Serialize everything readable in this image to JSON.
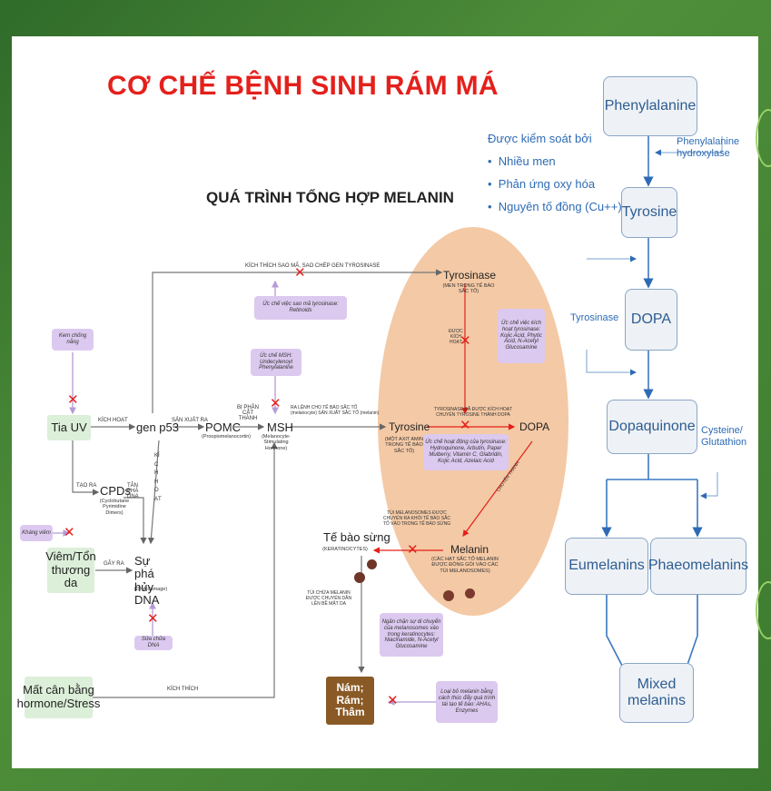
{
  "title": "CƠ CHẾ BỆNH SINH RÁM MÁ",
  "subtitle": "QUÁ TRÌNH TỔNG HỢP MELANIN",
  "left_diagram": {
    "tia_uv": "Tia UV",
    "kem_chong_nang": "Kem chống nắng",
    "gen_p53": "gen p53",
    "pomc": "POMC",
    "pomc_sub": "(Proopiomelanocortin)",
    "msh": "MSH",
    "msh_sub": "(Melanocyte-Stimulating Hormone)",
    "cpds": "CPDs",
    "cpds_sub": "(Cyclobutane Pyrimidine Dimers)",
    "khang_viem": "Kháng viêm",
    "viem_ton_thuong": "Viêm/Tổn thương da",
    "su_pha_huy_dna": "Sự phá hủy DNA",
    "dna_damage": "(DNA damage)",
    "sua_chua_dna": "Sửa chữa DNA",
    "mat_can_bang": "Mất cân bằng hormone/Stress",
    "tyrosinase": "Tyrosinase",
    "tyrosinase_sub": "(MEN TRONG TẾ BÀO SẮC TỐ)",
    "tyrosine": "Tyrosine",
    "tyrosine_sub": "(MỘT AXIT AMIN TRONG TẾ BÀO SẮC TỐ)",
    "dopa": "DOPA",
    "melanin": "Melanin",
    "melanin_sub": "(CÁC HẠT SẮC TỐ MELANIN ĐƯỢC ĐÓNG GÓI VÀO CÁC TÚI MELANOSOMES)",
    "te_bao_sung": "Tế bào sừng",
    "te_bao_sung_sub": "(KERATINOCYTES)",
    "nam_ram_tham": "Nám; Rám; Thâm",
    "uc_che_msh": "Ức chế MSH: Undecylenoyl Phenylalanine",
    "uc_che_sao_ma": "Ức chế việc sao mã tyrosinase: Retinoids",
    "uc_che_kich_hoat": "Ức chế việc kích hoạt tyrosinase: Kojic Acid, Phytic Acid, N-Acetyl Glucosamine",
    "uc_che_hoat_dong": "Ức chế hoạt động của tyrosinase: Hydroquinone, Arbutin, Paper Mulberry, Vitamin C, Glabridin, Kojic Acid, Azelaic Acid",
    "ngan_chan": "Ngăn chặn sự di chuyển của melanosomes vào trong keratinocytes: Niacinamide, N-Acetyl Glucosamine",
    "loai_bo": "Loại bỏ melanin bằng cách thúc đẩy quá trình tái tạo tế bào: AHAs, Enzymes",
    "lbl_kich_hoat": "KÍCH HOẠT",
    "lbl_san_xuat_ra": "SẢN XUẤT RA",
    "lbl_bi_phan_cat": "BỊ PHÂN CẮT THÀNH",
    "lbl_ra_lenh": "RA LỆNH CHO TẾ BÀO SẮC TỐ (melanocyte) SẢN XUẤT SẮC TỐ (melanin)",
    "lbl_kich_thich_sao_ma": "KÍCH THÍCH SAO MÃ, SAO CHÉP GEN TYROSINASE",
    "lbl_tao_ra": "TẠO RA",
    "lbl_tan_pha": "TÂN PHÁ DNA",
    "lbl_gay_ra": "GÂY RA",
    "lbl_kich_thich": "KÍCH THÍCH",
    "lbl_kich_hoat_vertical": "KÍCH HOẠT",
    "lbl_duoc_kich_hoat": "ĐƯỢC KÍCH HOẠT",
    "lbl_tyrosinase_da": "TYROSINASE ĐÃ ĐƯỢC KÍCH HOẠT CHUYỂN TYROSINE THÀNH DOPA",
    "lbl_chuyen_thanh": "CHUYỂN THÀNH",
    "lbl_tui_melanosomes": "TÚI MELANOSOMES ĐƯỢC CHUYỂN RA KHỎI TẾ BÀO SẮC TỐ VÀO TRONG TẾ BÀO SỪNG",
    "lbl_tui_chua": "TÚI CHỨA MELANIN ĐƯỢC CHUYỂN DẦN LÊN BỀ MẶT DA"
  },
  "right_diagram": {
    "phenylalanine": "Phenylalanine",
    "phenylalanine_hydroxylase": "Phenylalanine hydroxylase",
    "tyrosine": "Tyrosine",
    "dopa": "DOPA",
    "tyrosinase": "Tyrosinase",
    "dopaquinone": "Dopaquinone",
    "cysteine": "Cysteine/ Glutathion",
    "eumelanins": "Eumelanins",
    "phaeomelanins": "Phaeomelanins",
    "mixed": "Mixed melanins",
    "controlled_by": "Được kiểm soát bởi",
    "bullets": [
      "Nhiều men",
      "Phản ứng oxy hóa",
      "Nguyên tố đồng (Cu++)"
    ]
  },
  "colors": {
    "title_red": "#e4201b",
    "green_box": "#dcefd9",
    "purple_box": "#dcc9ef",
    "orange_circle": "#f3c6a0",
    "blue_text": "#2d5d92",
    "brown_box": "#8a5a26"
  }
}
